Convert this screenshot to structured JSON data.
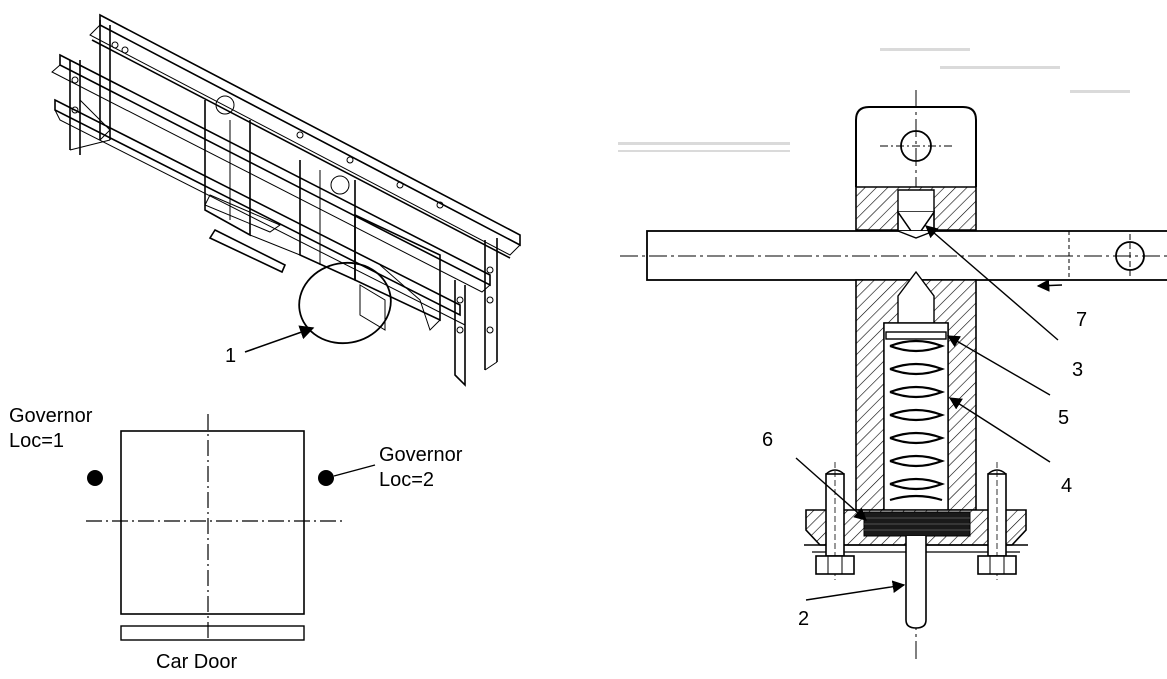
{
  "frame_callout": "1",
  "plan": {
    "loc1_title": "Governor",
    "loc1_value": "Loc=1",
    "loc2_title": "Governor",
    "loc2_value": "Loc=2",
    "door_label": "Car Door"
  },
  "section": {
    "callouts": [
      "7",
      "3",
      "5",
      "6",
      "4",
      "2"
    ]
  }
}
